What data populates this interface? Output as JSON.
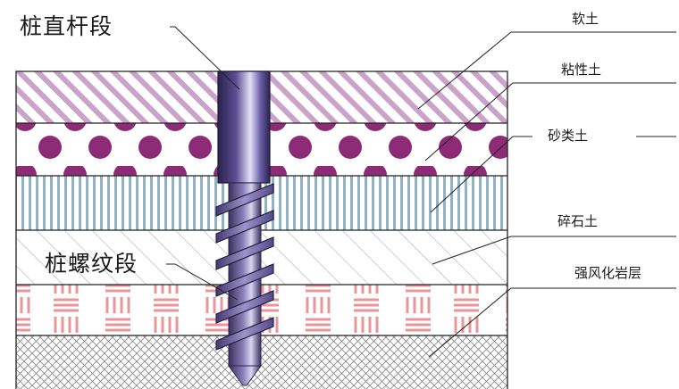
{
  "labels": {
    "straight_section": "桩直杆段",
    "thread_section": "桩螺纹段"
  },
  "layers": [
    {
      "name": "软土"
    },
    {
      "name": "粘性土"
    },
    {
      "name": "砂类土"
    },
    {
      "name": "碎石土"
    },
    {
      "name": "强风化岩层"
    }
  ],
  "colors": {
    "soft_soil_hatch": "#c9a3c8",
    "clay_dots": "#8e2b77",
    "sand_stripes": "#8fb3c3",
    "gravel_hatch": "#b0b0b0",
    "rock_marks": "#e8959b",
    "bedrock_crosshatch": "#8a8a8a",
    "pile_dark": "#3a2f63",
    "pile_light": "#c9c2ea"
  }
}
